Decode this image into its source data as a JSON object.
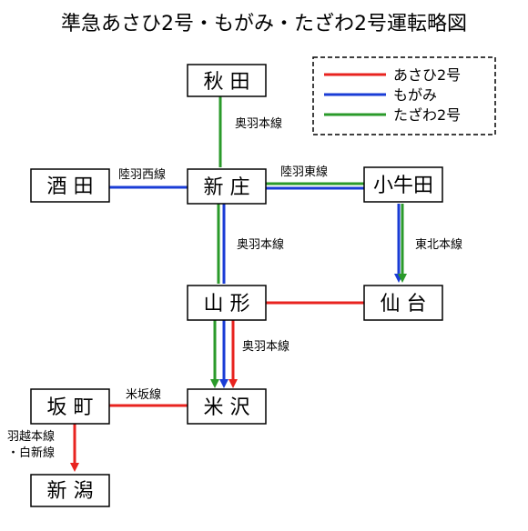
{
  "title": "準急あさひ2号・もがみ・たざわ2号運転略図",
  "colors": {
    "asahi": "#e8231f",
    "mogami": "#1a3cd6",
    "tazawa": "#2a9a2a"
  },
  "legend": {
    "asahi": "あさひ2号",
    "mogami": "もがみ",
    "tazawa": "たざわ2号"
  },
  "stations": {
    "akita": "秋 田",
    "sakata": "酒 田",
    "shinjo": "新 庄",
    "koushida": "小牛田",
    "yamagata": "山 形",
    "sendai": "仙 台",
    "sakamachi": "坂 町",
    "yonezawa": "米 沢",
    "niigata": "新 潟"
  },
  "lines": {
    "ou_akita_shinjo": "奥羽本線",
    "uusai": "陸羽西線",
    "uutou": "陸羽東線",
    "ou_shinjo_yamagata": "奥羽本線",
    "touhoku": "東北本線",
    "ou_yamagata_yonezawa": "奥羽本線",
    "yonesaka": "米坂線",
    "uetsu_line1": "羽越本線",
    "uetsu_line2": "・白新線"
  }
}
